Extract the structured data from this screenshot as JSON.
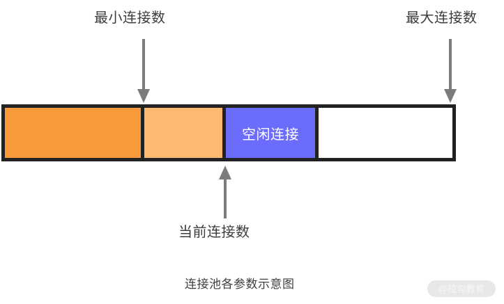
{
  "diagram": {
    "caption": "连接池各参数示意图",
    "annotations": {
      "min_connections": "最小连接数",
      "max_connections": "最大连接数",
      "current_connections": "当前连接数"
    },
    "bar": {
      "segments": [
        {
          "name": "active-connections",
          "label": "",
          "color": "#FB9A3C"
        },
        {
          "name": "in-use-connections",
          "label": "",
          "color": "#FDB871"
        },
        {
          "name": "idle-connections",
          "label": "空闲连接",
          "color": "#6B6BFC"
        },
        {
          "name": "available-capacity",
          "label": "",
          "color": "#FFFFFF"
        }
      ],
      "border_color": "#222222"
    },
    "arrows": {
      "min_arrow": "down-arrow-icon",
      "max_arrow": "down-arrow-icon",
      "current_arrow": "up-arrow-icon",
      "color": "#7C7C7C"
    }
  },
  "watermark": {
    "text": "@拉勾教育"
  }
}
